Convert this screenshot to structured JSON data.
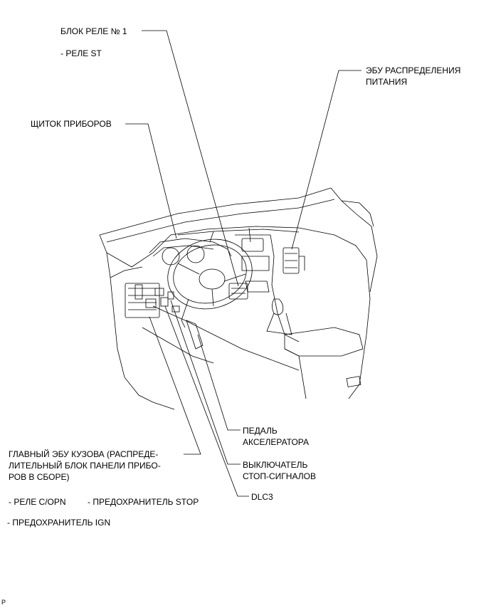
{
  "labels": {
    "relay_block_1": "БЛОК РЕЛЕ № 1",
    "relay_st": "- РЕЛЕ ST",
    "power_dist_ecu": [
      "ЭБУ РАСПРЕДЕЛЕНИЯ",
      "ПИТАНИЯ"
    ],
    "instrument_cluster": "ЩИТОК ПРИБОРОВ",
    "accel_pedal": [
      "ПЕДАЛЬ",
      "АКСЕЛЕРАТОРА"
    ],
    "main_body_ecu": [
      "ГЛАВНЫЙ ЭБУ КУЗОВА (РАСПРЕДЕ-",
      "ЛИТЕЛЬНЫЙ БЛОК ПАНЕЛИ ПРИБО-",
      "РОВ В СБОРЕ)"
    ],
    "stop_switch": [
      "ВЫКЛЮЧАТЕЛЬ",
      "СТОП-СИГНАЛОВ"
    ],
    "relay_copn": "- РЕЛЕ C/OPN",
    "fuse_stop": "- ПРЕДОХРАНИТЕЛЬ STOP",
    "dlc3": "DLC3",
    "fuse_ign": "- ПРЕДОХРАНИТЕЛЬ IGN",
    "corner_mark": "P"
  }
}
